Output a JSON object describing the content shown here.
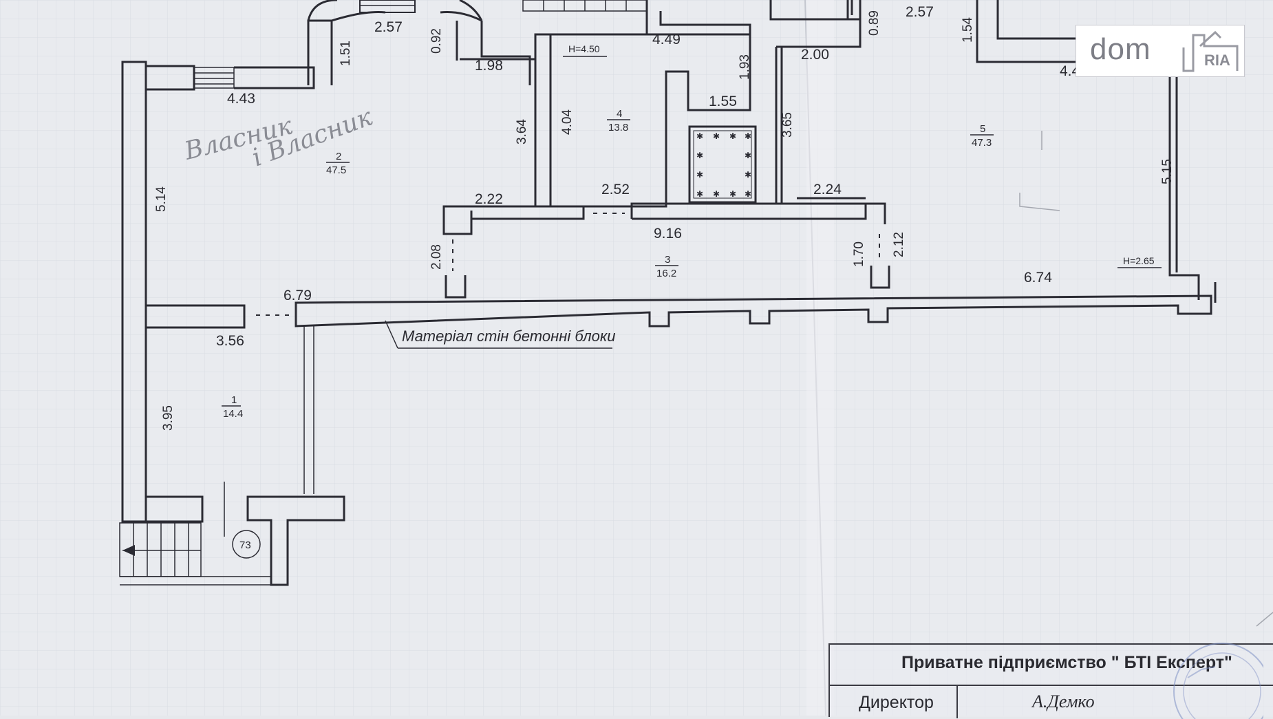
{
  "dimensions": {
    "d_257_top": "2.57",
    "d_092": "0.92",
    "d_151": "1.51",
    "d_443": "4.43",
    "d_198": "1.98",
    "d_364": "3.64",
    "d_514": "5.14",
    "d_222": "2.22",
    "d_208": "2.08",
    "d_404": "4.04",
    "d_449": "4.49",
    "d_193": "1.93",
    "d_155": "1.55",
    "d_252": "2.52",
    "d_916": "9.16",
    "d_089": "0.89",
    "d_257_right": "2.57",
    "d_200": "2.00",
    "d_365": "3.65",
    "d_224": "2.24",
    "d_170": "1.70",
    "d_212": "2.12",
    "d_154": "1.54",
    "d_442": "4.42",
    "d_515": "5.15",
    "d_674": "6.74",
    "d_679": "6.79",
    "d_356": "3.56",
    "d_395": "3.95"
  },
  "heights": {
    "h_room4": "H=4.50",
    "h_room5": "H=2.65"
  },
  "rooms": {
    "r1_num": "1",
    "r1_area": "14.4",
    "r2_num": "2",
    "r2_area": "47.5",
    "r3_num": "3",
    "r3_area": "16.2",
    "r4_num": "4",
    "r4_area": "13.8",
    "r5_num": "5",
    "r5_area": "47.3"
  },
  "annotations": {
    "wall_material": "Матеріал стін бетонні блоки",
    "handwritten_line1": "Власник",
    "handwritten_line2": "і Власник",
    "stair_mark": "73"
  },
  "watermark": {
    "text": "dom",
    "badge": "RIA"
  },
  "title_block": {
    "company": "Приватне підприємство \" БТІ Експерт\"",
    "director_label": "Директор",
    "director_name": "А.Демко"
  }
}
